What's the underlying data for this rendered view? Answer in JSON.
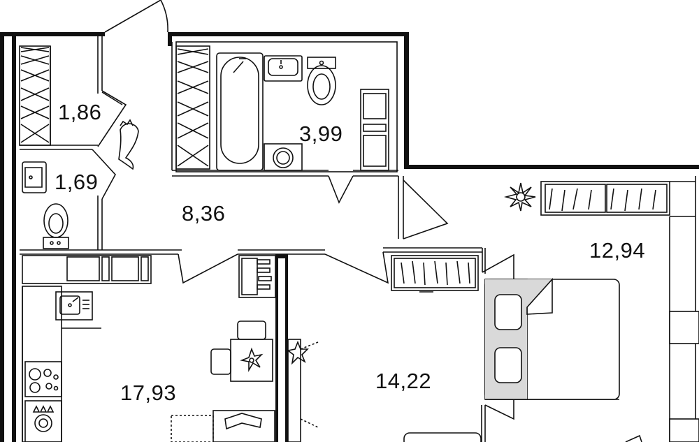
{
  "rooms": [
    {
      "id": "wardrobe-left",
      "area": "1,86"
    },
    {
      "id": "toilet",
      "area": "1,69"
    },
    {
      "id": "hallway",
      "area": "8,36"
    },
    {
      "id": "bathroom",
      "area": "3,99"
    },
    {
      "id": "bedroom",
      "area": "12,94"
    },
    {
      "id": "living-room",
      "area": "14,22"
    },
    {
      "id": "kitchen",
      "area": "17,93"
    }
  ],
  "colors": {
    "wall": "#111111",
    "fixture_fill": "#f2f2f2",
    "bed_shade": "#d9d9d9",
    "background": "#ffffff"
  }
}
